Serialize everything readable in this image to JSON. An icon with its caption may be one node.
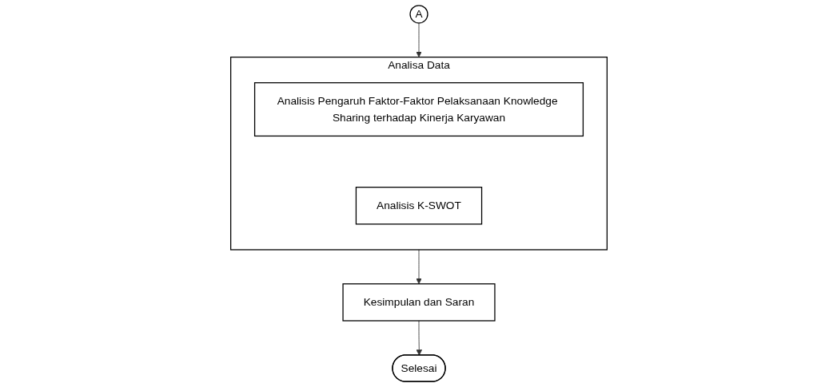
{
  "diagram": {
    "nodes": [
      {
        "text": [
          "A"
        ]
      },
      {
        "text": [
          "Analisa Data"
        ]
      },
      {
        "text": [
          "Analisis Pengaruh Faktor-Faktor Pelaksanaan Knowledge Sharing terhadap Kinerja Karyawan"
        ],
        "in": 1
      },
      {
        "text": [
          "Analisis K-SWOT"
        ],
        "in": 1
      },
      {
        "text": [
          "Kesimpulan dan Saran"
        ]
      },
      {
        "text": [
          "Selesai"
        ]
      }
    ],
    "edges": [
      {
        "from": 0,
        "to": 1,
        "arrow": "to"
      },
      {
        "from": 1,
        "to": 4,
        "arrow": "to"
      },
      {
        "from": 4,
        "to": 5,
        "arrow": "to"
      }
    ]
  }
}
